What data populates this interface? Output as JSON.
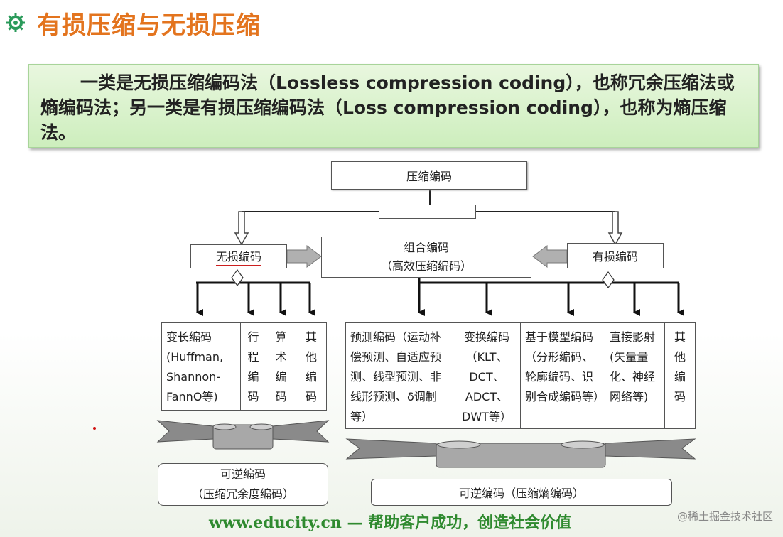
{
  "title": "有损压缩与无损压缩",
  "intro": "一类是无损压缩编码法（Lossless compression coding），也称冗余压缩法或熵编码法；另一类是有损压缩编码法（Loss compression coding），也称为熵压缩法。",
  "diagram": {
    "root": "压缩编码",
    "lossless": "无损编码",
    "lossy": "有损编码",
    "hybrid_line1": "组合编码",
    "hybrid_line2": "（高效压缩编码）",
    "lossless_children": {
      "variable_length": "变长编码(Huffman, Shannon-FannO等)",
      "run_length": "行程编码",
      "arithmetic": "算术编码",
      "other": "其他编码"
    },
    "lossy_children": {
      "predictive": "预测编码（运动补偿预测、自适应预测、线型预测、非线形预测、δ调制等）",
      "transform": "变换编码（KLT、DCT、ADCT、DWT等）",
      "model_based": "基于模型编码（分形编码、轮廓编码、识别合成编码等）",
      "direct_mapping": "直接影射(矢量量化、神经网络等)",
      "other": "其他编码"
    },
    "left_banner_line1": "可逆编码",
    "left_banner_line2": "（压缩冗余度编码）",
    "right_banner": "可逆编码（压缩熵编码）"
  },
  "footer": "www.educity.cn — 帮助客户成功，创造社会价值",
  "watermark": "@稀土掘金技术社区",
  "colors": {
    "title": "#e3741e",
    "footer": "#2f8a2f",
    "underline": "#cc1f1f"
  }
}
